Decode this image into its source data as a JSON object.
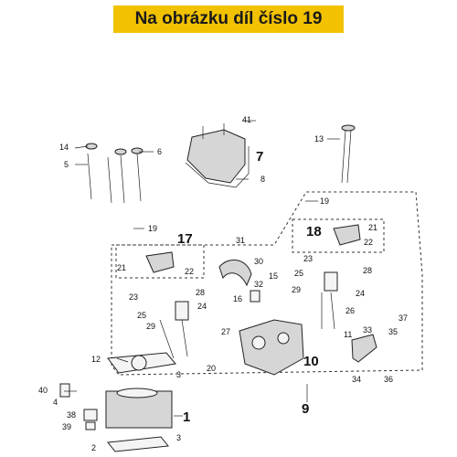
{
  "banner": {
    "text": "Na obrázku díl číslo 19",
    "color": "#f2c200"
  },
  "labels": {
    "p1": "1",
    "p2": "2",
    "p3a": "3",
    "p3b": "3",
    "p4": "4",
    "p5": "5",
    "p6": "6",
    "p7": "7",
    "p8": "8",
    "p9": "9",
    "p10": "10",
    "p11": "11",
    "p12": "12",
    "p13": "13",
    "p14": "14",
    "p15": "15",
    "p16": "16",
    "p17": "17",
    "p18": "18",
    "p19a": "19",
    "p19b": "19",
    "p20": "20",
    "p21a": "21",
    "p21b": "21",
    "p22a": "22",
    "p22b": "22",
    "p23a": "23",
    "p23b": "23",
    "p24a": "24",
    "p24b": "24",
    "p25a": "25",
    "p25b": "25",
    "p26": "26",
    "p27": "27",
    "p28a": "28",
    "p28b": "28",
    "p29a": "29",
    "p29b": "29",
    "p30": "30",
    "p31": "31",
    "p32": "32",
    "p33": "33",
    "p34": "34",
    "p35": "35",
    "p36": "36",
    "p37": "37",
    "p38": "38",
    "p39": "39",
    "p40": "40",
    "p41": "41"
  }
}
